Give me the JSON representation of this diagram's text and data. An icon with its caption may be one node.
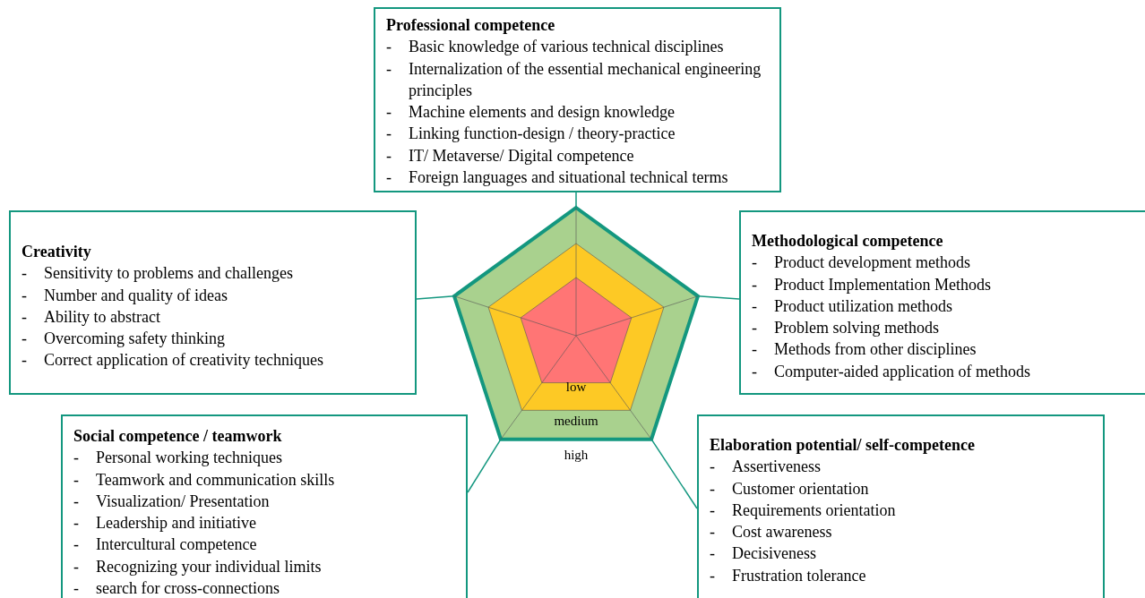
{
  "diagram": {
    "nodes": [
      {
        "text": [
          "Professional competence",
          "- Basic knowledge of various technical disciplines",
          "- Internalization of the essential mechanical engineering principles",
          "- Machine elements and design knowledge",
          "- Linking function-design / theory-practice",
          "- IT/ Metaverse/ Digital competence",
          "- Foreign languages and situational technical terms"
        ]
      },
      {
        "text": [
          "Creativity",
          "- Sensitivity to problems and challenges",
          "- Number and quality of ideas",
          "- Ability to abstract",
          "- Overcoming safety thinking",
          "- Correct application of creativity techniques"
        ]
      },
      {
        "text": [
          "low",
          "medium",
          "high"
        ]
      },
      {
        "text": [
          "Methodological competence",
          "- Product development methods",
          "- Product Implementation Methods",
          "- Product utilization methods",
          "- Problem solving methods",
          "- Methods from other disciplines",
          "- Computer-aided application of methods"
        ]
      },
      {
        "text": [
          "Social competence / teamwork",
          "- Personal working techniques",
          "- Teamwork and communication skills",
          "- Visualization/ Presentation",
          "- Leadership and initiative",
          "- Intercultural competence",
          "- Recognizing your individual limits",
          "- search for cross-connections"
        ]
      },
      {
        "text": [
          "Elaboration potential/ self-competence",
          "- Assertiveness",
          "- Customer orientation",
          "- Requirements orientation",
          "- Cost awareness",
          "- Decisiveness",
          "- Frustration tolerance"
        ]
      }
    ],
    "edges": [
      {
        "from": 2,
        "to": 0,
        "arrow": "none"
      },
      {
        "from": 2,
        "to": 1,
        "arrow": "none"
      },
      {
        "from": 2,
        "to": 3,
        "arrow": "none"
      },
      {
        "from": 2,
        "to": 4,
        "arrow": "none"
      },
      {
        "from": 2,
        "to": 5,
        "arrow": "none"
      }
    ]
  }
}
